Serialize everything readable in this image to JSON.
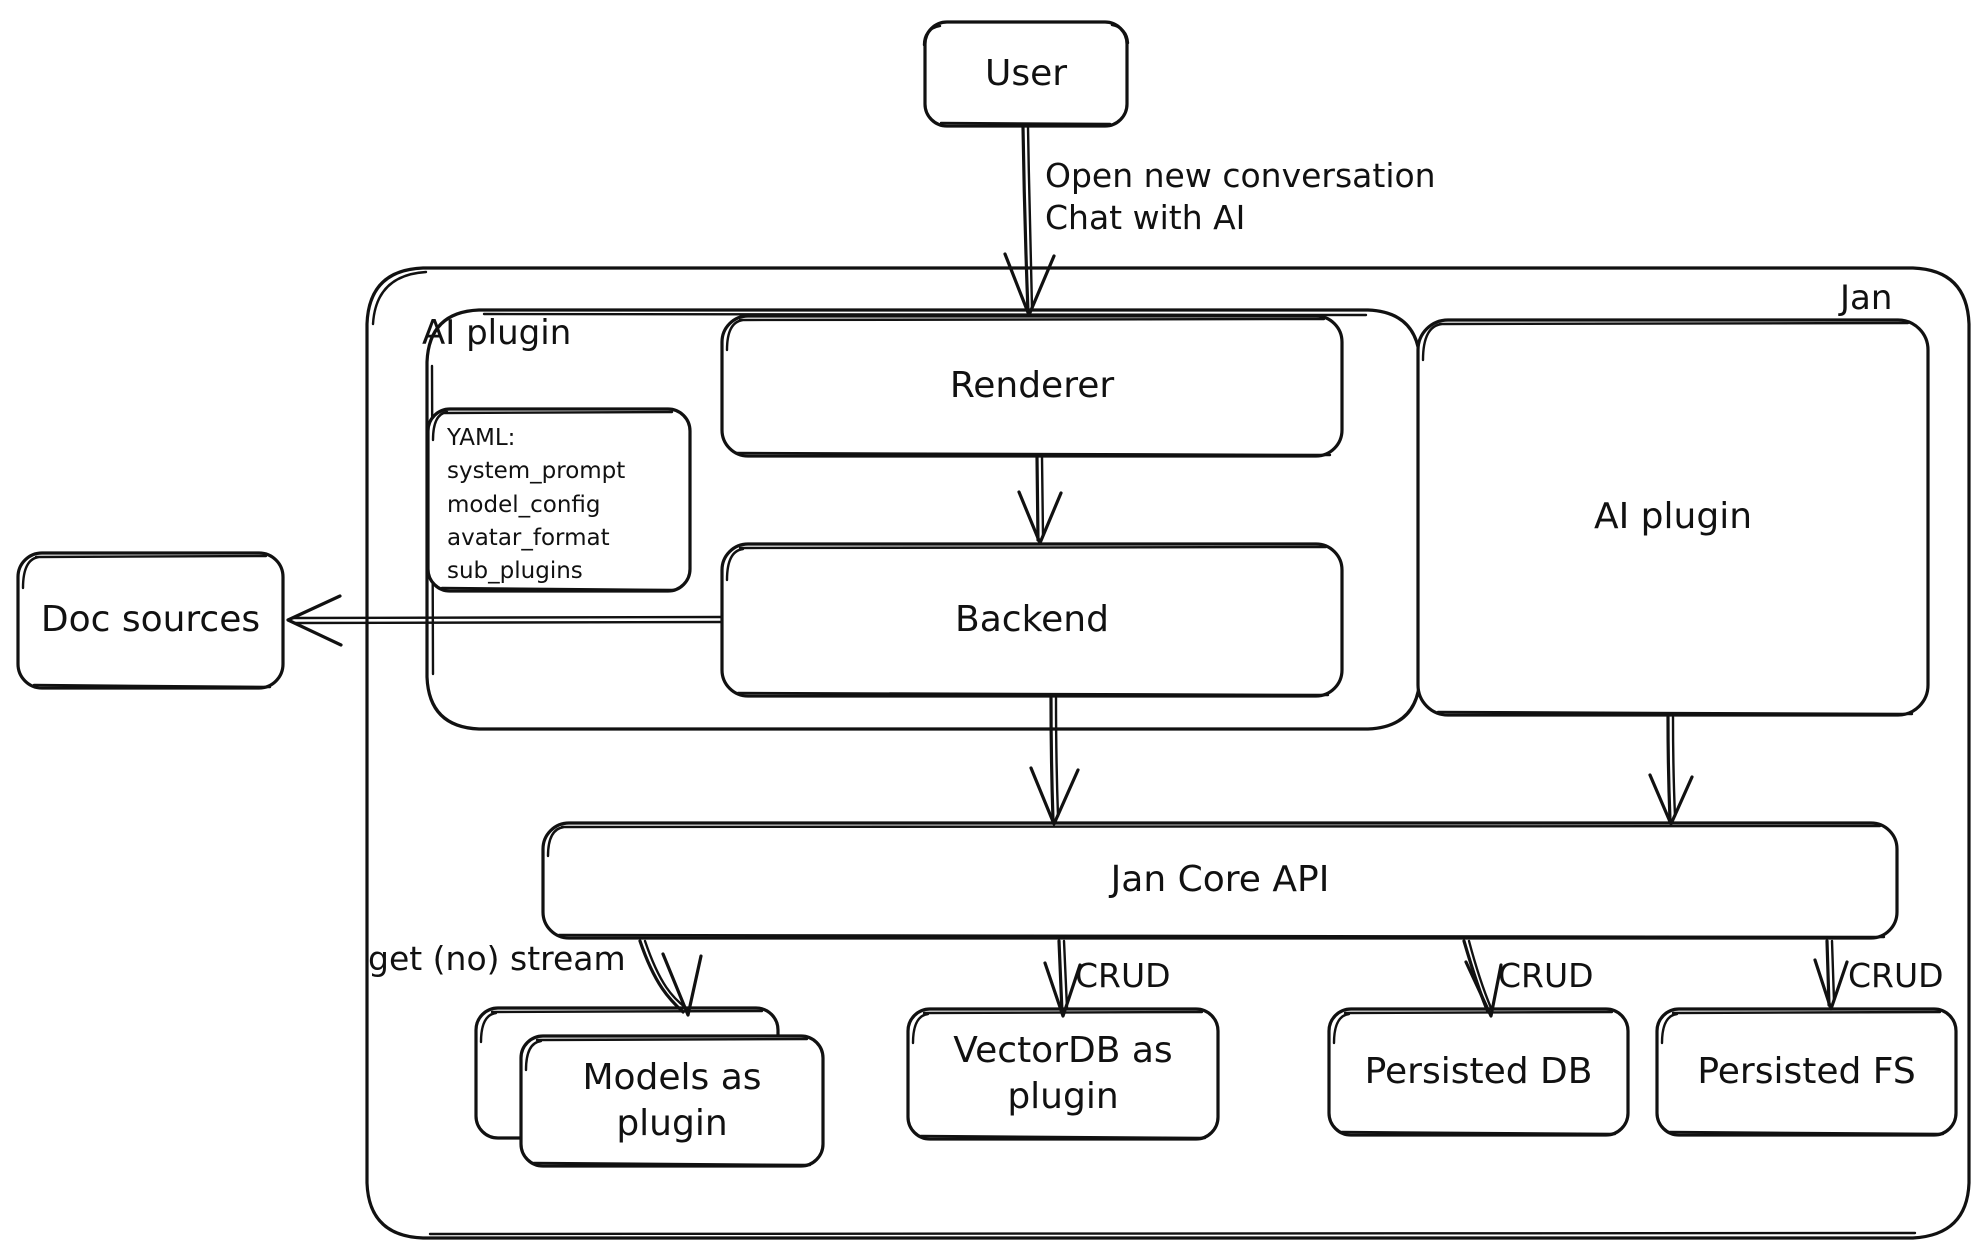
{
  "diagram": {
    "title": "Jan architecture diagram",
    "style": "hand-drawn sketch",
    "stroke_color": "#111111",
    "background_color": "#ffffff"
  },
  "containers": {
    "jan": {
      "label": "Jan"
    },
    "ai_plugin_group": {
      "label": "AI plugin"
    }
  },
  "nodes": {
    "user": {
      "label": "User"
    },
    "renderer": {
      "label": "Renderer"
    },
    "backend": {
      "label": "Backend"
    },
    "ai_plugin": {
      "label": "AI plugin"
    },
    "doc_sources": {
      "label": "Doc sources"
    },
    "jan_core_api": {
      "label": "Jan Core API"
    },
    "models_as_plugin": {
      "label": "Models as\nplugin"
    },
    "vectordb_as_plugin": {
      "label": "VectorDB as\nplugin"
    },
    "persisted_db": {
      "label": "Persisted DB"
    },
    "persisted_fs": {
      "label": "Persisted FS"
    }
  },
  "yaml_note": {
    "header": "YAML:",
    "keys": [
      "system_prompt",
      "model_config",
      "avatar_format",
      "sub_plugins"
    ],
    "text": "YAML:\nsystem_prompt\nmodel_config\navatar_format\nsub_plugins"
  },
  "edges": [
    {
      "id": "user-to-renderer",
      "from": "user",
      "to": "renderer",
      "label": "Open new conversation\nChat with AI"
    },
    {
      "id": "renderer-to-backend",
      "from": "renderer",
      "to": "backend",
      "label": ""
    },
    {
      "id": "backend-to-doc-sources",
      "from": "backend",
      "to": "doc_sources",
      "label": ""
    },
    {
      "id": "backend-to-core-api",
      "from": "backend",
      "to": "jan_core_api",
      "label": ""
    },
    {
      "id": "ai-plugin-to-core-api",
      "from": "ai_plugin",
      "to": "jan_core_api",
      "label": ""
    },
    {
      "id": "core-api-to-models",
      "from": "jan_core_api",
      "to": "models_as_plugin",
      "label": "get (no) stream"
    },
    {
      "id": "core-api-to-vectordb",
      "from": "jan_core_api",
      "to": "vectordb_as_plugin",
      "label": "CRUD"
    },
    {
      "id": "core-api-to-persisted-db",
      "from": "jan_core_api",
      "to": "persisted_db",
      "label": "CRUD"
    },
    {
      "id": "core-api-to-persisted-fs",
      "from": "jan_core_api",
      "to": "persisted_fs",
      "label": "CRUD"
    }
  ],
  "edge_labels": {
    "user_to_renderer": "Open new conversation\nChat with AI",
    "get_no_stream": "get (no) stream",
    "crud_vectordb": "CRUD",
    "crud_persisted_db": "CRUD",
    "crud_persisted_fs": "CRUD"
  }
}
